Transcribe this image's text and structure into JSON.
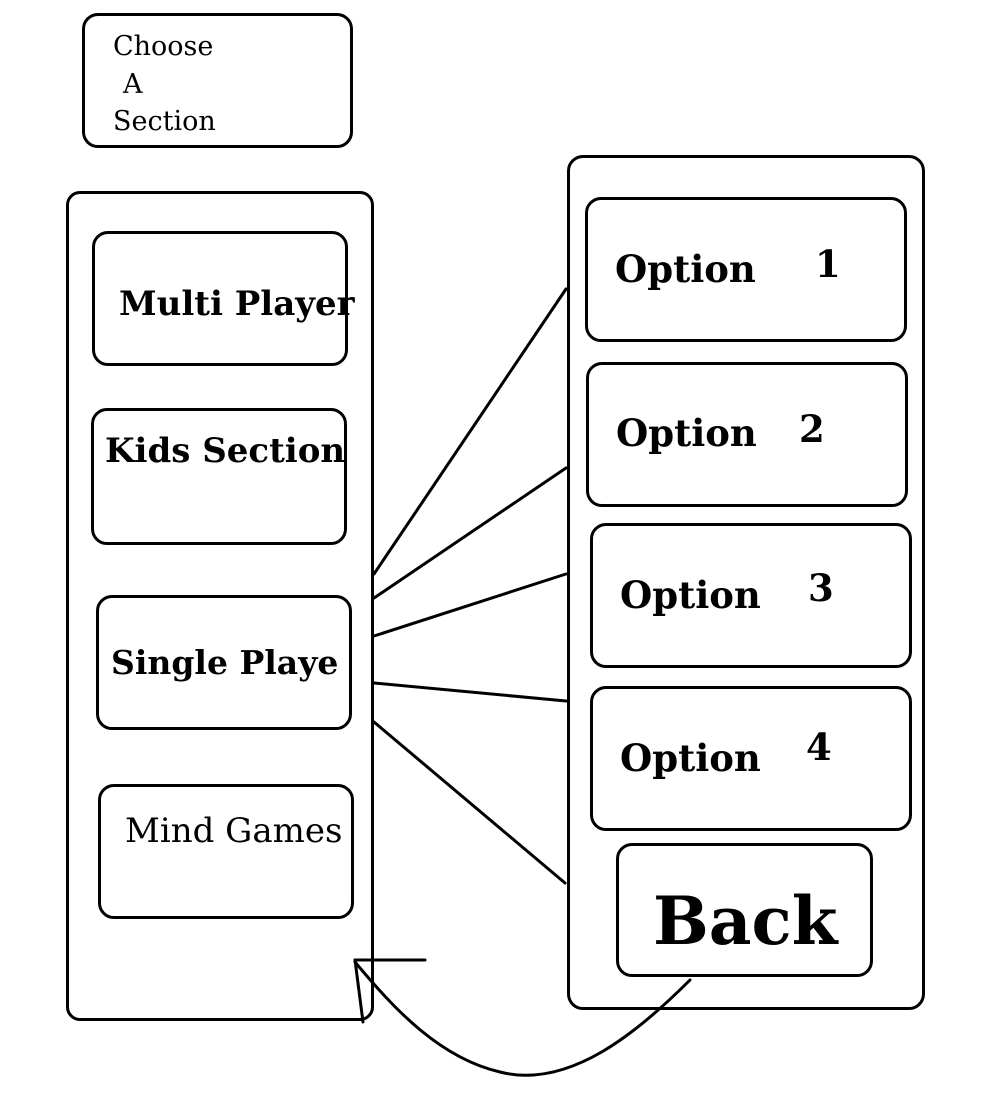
{
  "title": {
    "line1": "Choose",
    "line2": "A",
    "line3": "Section"
  },
  "sections": {
    "multi_player": "Multi Player",
    "kids_section": "Kids Section",
    "single_player": "Single Playe",
    "mind_games": "Mind Games"
  },
  "options": [
    {
      "word": "Option",
      "number": "1"
    },
    {
      "word": "Option",
      "number": "2"
    },
    {
      "word": "Option",
      "number": "3"
    },
    {
      "word": "Option",
      "number": "4"
    }
  ],
  "back_label": "Back"
}
